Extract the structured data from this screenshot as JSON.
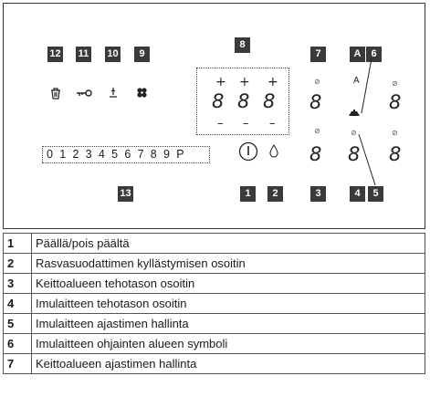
{
  "panel": {
    "badges": {
      "b12": "12",
      "b11": "11",
      "b10": "10",
      "b9": "9",
      "b8": "8",
      "b7": "7",
      "bA": "A",
      "b6": "6",
      "b1": "1",
      "b2": "2",
      "b3": "3",
      "b4": "4",
      "b5": "5",
      "b13": "13"
    },
    "icons": [
      "bin-icon",
      "key-icon",
      "warm-icon",
      "flower-icon",
      "power-icon",
      "droplet-icon",
      "hood-icon"
    ],
    "display": {
      "plus": "+",
      "minus": "–",
      "digit": "8",
      "timer_symbol": "⊘",
      "hood_label": "A"
    },
    "slider_text": "0 1 2 3 4 5 6 7 8 9 P"
  },
  "legend": [
    {
      "num": "1",
      "text": "Päällä/pois päältä"
    },
    {
      "num": "2",
      "text": "Rasvasuodattimen kyllästymisen osoitin"
    },
    {
      "num": "3",
      "text": "Keittoalueen tehotason osoitin"
    },
    {
      "num": "4",
      "text": "Imulaitteen tehotason osoitin"
    },
    {
      "num": "5",
      "text": "Imulaitteen ajastimen hallinta"
    },
    {
      "num": "6",
      "text": "Imulaitteen ohjainten alueen symboli"
    },
    {
      "num": "7",
      "text": "Keittoalueen ajastimen hallinta"
    }
  ]
}
